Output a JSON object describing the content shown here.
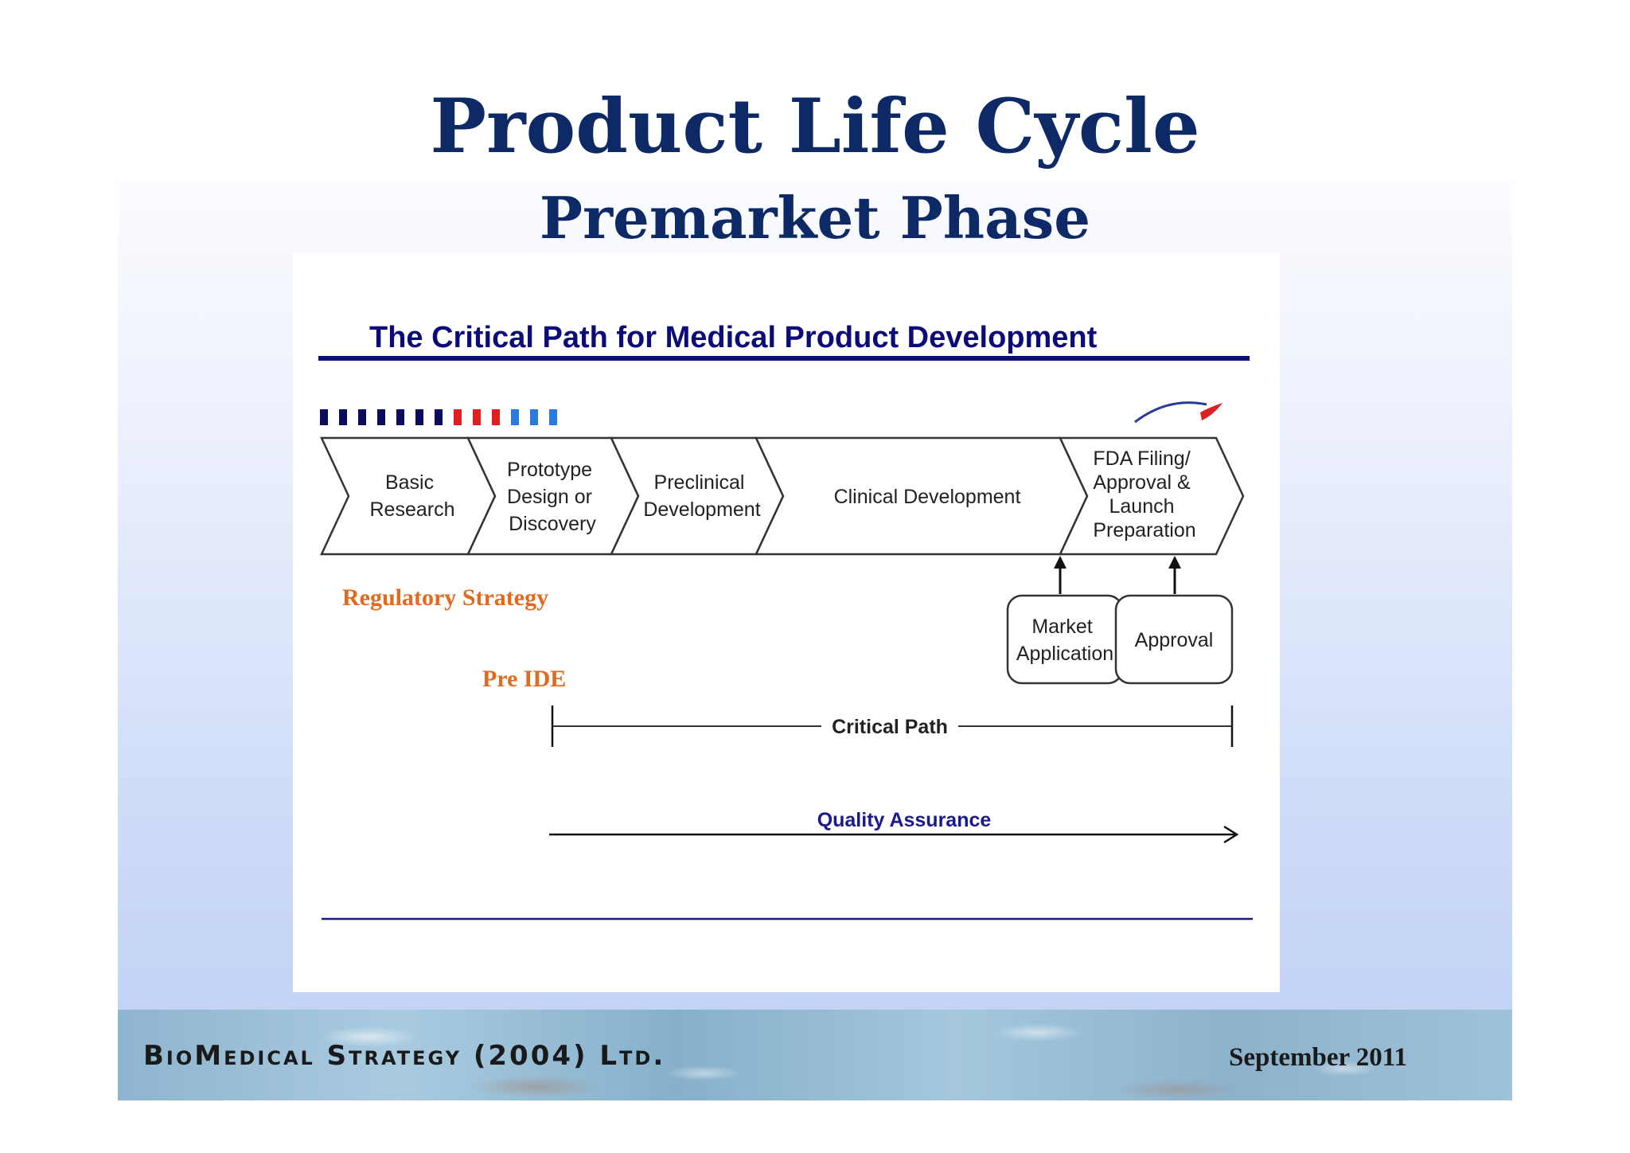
{
  "slide": {
    "title": "Product Life Cycle",
    "subtitle": "Premarket Phase"
  },
  "diagram": {
    "heading": "The Critical Path for Medical Product Development",
    "stages": [
      {
        "lines": [
          "Basic",
          "Research"
        ]
      },
      {
        "lines": [
          "Prototype",
          "Design or",
          "Discovery"
        ]
      },
      {
        "lines": [
          "Preclinical",
          "Development"
        ]
      },
      {
        "lines": [
          "Clinical Development"
        ]
      },
      {
        "lines": [
          "FDA Filing/",
          "Approval &",
          "Launch",
          "Preparation"
        ]
      }
    ],
    "milestones": [
      {
        "lines": [
          "Market",
          "Application"
        ]
      },
      {
        "lines": [
          "Approval"
        ]
      }
    ],
    "critical_path_label": "Critical Path",
    "quality_assurance_label": "Quality Assurance",
    "regulatory_strategy_label": "Regulatory Strategy",
    "pre_ide_label": "Pre IDE",
    "colors": {
      "heading": "#0b0b7a",
      "annotation": "#e06a1f",
      "quality_assurance": "#1a1a8c",
      "title": "#0d2a66"
    }
  },
  "footer": {
    "company": "BioMedical Strategy (2004) Ltd.",
    "date": "September 2011"
  }
}
